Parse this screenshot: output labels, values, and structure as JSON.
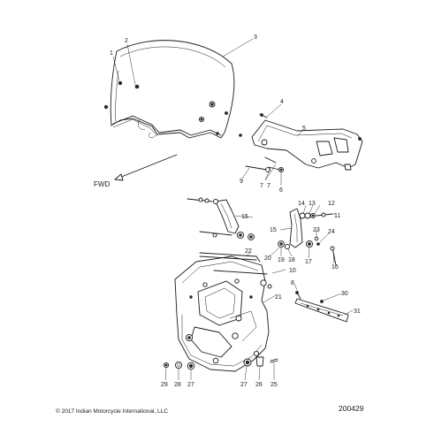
{
  "diagram": {
    "fwd_label": "FWD",
    "copyright": "© 2017 Indian Motorcycle International, LLC",
    "reference_number": "200429",
    "callouts": [
      "1",
      "2",
      "3",
      "4",
      "5",
      "6",
      "7",
      "7",
      "8",
      "9",
      "10",
      "11",
      "12",
      "13",
      "14",
      "15",
      "15",
      "16",
      "17",
      "18",
      "19",
      "20",
      "21",
      "22",
      "23",
      "24",
      "25",
      "26",
      "27",
      "27",
      "28",
      "29",
      "30",
      "31"
    ]
  }
}
